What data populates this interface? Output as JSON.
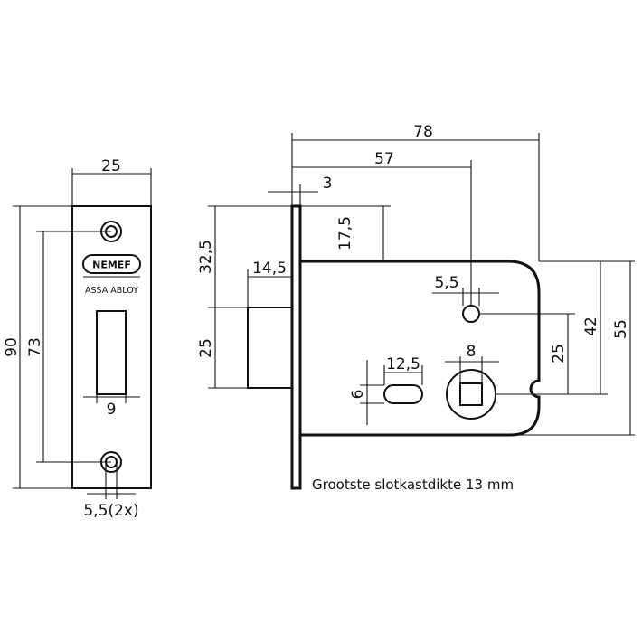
{
  "front_view": {
    "brand": "NEMEF",
    "sub_brand": "ASSA ABLOY",
    "dim_width": "25",
    "dim_height": "90",
    "dim_hole_spacing": "73",
    "dim_latch_width": "9",
    "dim_holes": "5,5(2x)"
  },
  "side_view": {
    "dim_total_length": "78",
    "dim_backset": "57",
    "dim_faceplate_thickness": "3",
    "dim_latch_upper": "32,5",
    "dim_latch_lower": "25",
    "dim_latch_projection": "14,5",
    "dim_case_offset": "17,5",
    "dim_top_hole": "5,5",
    "dim_slot_width": "12,5",
    "dim_slot_height": "6",
    "dim_spindle": "8",
    "dim_hole_to_spindle": "25",
    "dim_42": "42",
    "dim_case_height": "55"
  },
  "note": "Grootste slotkastdikte 13 mm"
}
